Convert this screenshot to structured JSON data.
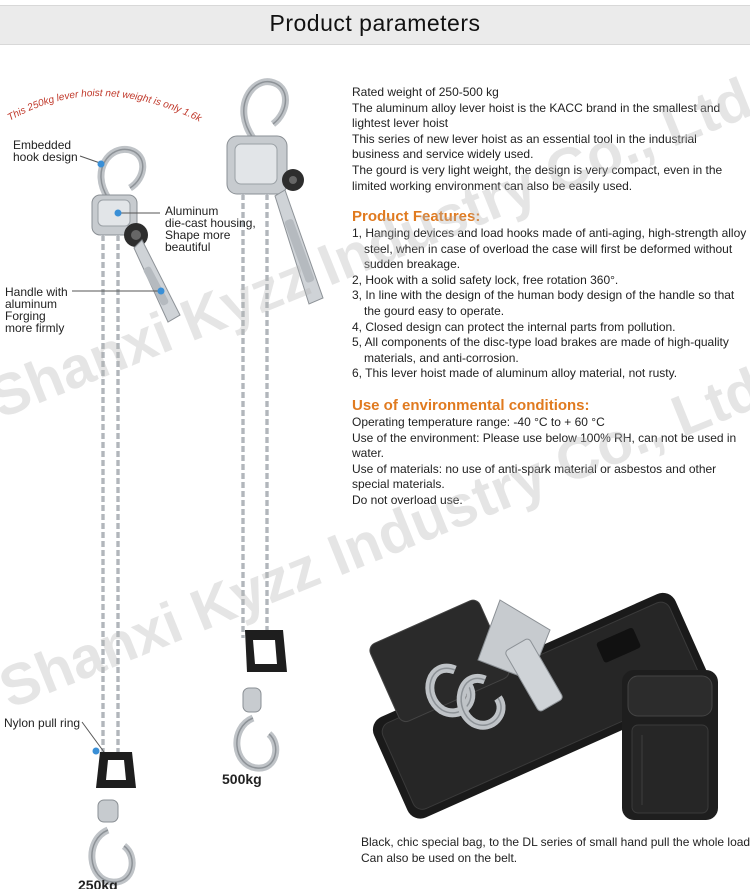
{
  "header": {
    "title": "Product parameters"
  },
  "watermark": "Shanxi Kyzz Industry Co., Ltd",
  "note_curved": "This 250kg lever hoist net weight is only 1.6kg",
  "callouts": {
    "embedded": [
      "Embedded",
      "hook design"
    ],
    "housing": [
      "Aluminum",
      "die-cast housing,",
      "Shape more",
      "beautiful"
    ],
    "handle": [
      "Handle with",
      "aluminum",
      "Forging",
      "more firmly"
    ],
    "nylon": "Nylon pull ring"
  },
  "weights": {
    "w500": "500kg",
    "w250": "250kg"
  },
  "intro": [
    "Rated weight of 250-500 kg",
    "The aluminum alloy lever hoist is the KACC brand in the smallest and lightest lever hoist",
    "This series of new lever hoist as an essential tool in the industrial business and service widely used.",
    "The gourd is very light weight, the design is very compact, even in the limited working environment can also be easily used."
  ],
  "features": {
    "title": "Product Features:",
    "items": [
      "1, Hanging devices and load hooks made of anti-aging, high-strength alloy steel, when in case of overload the case will first be deformed without sudden breakage.",
      "2, Hook with a solid safety lock, free rotation 360°.",
      "3, In line with the design of the human body design of the handle so that the gourd easy to operate.",
      "4, Closed design can protect the internal parts from pollution.",
      "5, All components of the disc-type load brakes are made of high-quality materials, and anti-corrosion.",
      "6, This lever hoist made of aluminum alloy material, not rusty."
    ]
  },
  "environment": {
    "title": "Use of environmental conditions:",
    "items": [
      "Operating temperature range: -40 °C to + 60 °C",
      "Use of the environment: Please use below 100% RH, can not be used in water.",
      "Use of materials: no use of anti-spark material or asbestos and other special materials.",
      "Do not overload use."
    ]
  },
  "bag_caption": [
    "Black, chic special bag, to the DL series of small hand pull the whole load.",
    "Can also be used on the belt."
  ],
  "colors": {
    "accent": "#e07a1f",
    "note": "#c0392b",
    "header_bg": "#ebebeb"
  }
}
